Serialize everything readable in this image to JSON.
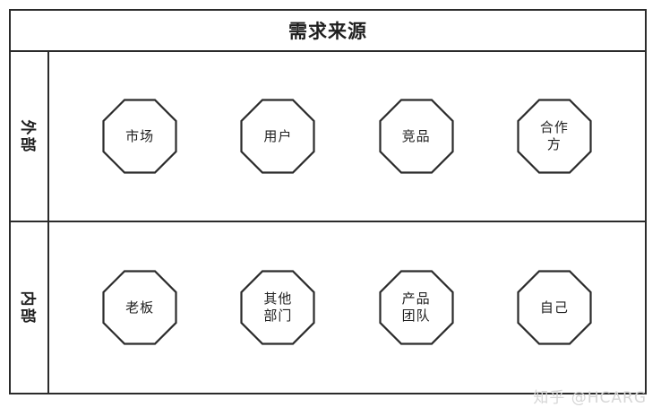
{
  "header": {
    "title": "需求来源"
  },
  "bands": [
    {
      "id": "external",
      "label": "外部",
      "nodes": [
        {
          "id": "market",
          "label": "市场"
        },
        {
          "id": "user",
          "label": "用户"
        },
        {
          "id": "competitor",
          "label": "竞品"
        },
        {
          "id": "partner",
          "label": "合作\n方"
        }
      ]
    },
    {
      "id": "internal",
      "label": "内部",
      "nodes": [
        {
          "id": "boss",
          "label": "老板"
        },
        {
          "id": "other-dept",
          "label": "其他\n部门"
        },
        {
          "id": "product-team",
          "label": "产品\n团队"
        },
        {
          "id": "self",
          "label": "自己"
        }
      ]
    }
  ],
  "watermark": {
    "text": "知乎 @HCARG"
  },
  "colors": {
    "stroke": "#2b2b2b",
    "text": "#1f1f1f",
    "background": "#ffffff",
    "watermark": "#d6d6d6"
  }
}
